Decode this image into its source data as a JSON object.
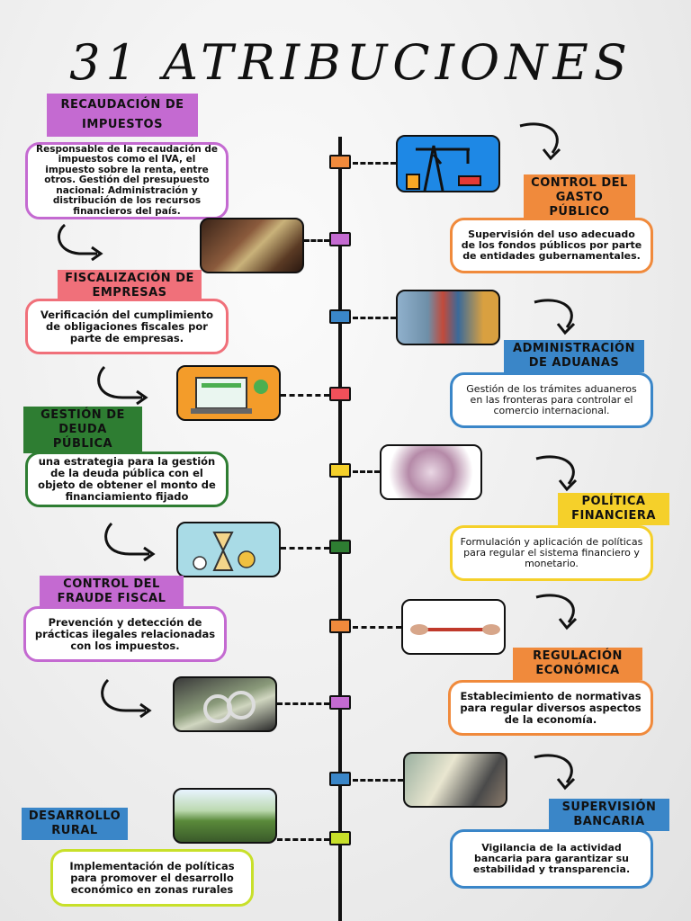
{
  "title": "31 ATRIBUCIONES",
  "items": [
    {
      "label": "RECAUDACIÓN DE IMPUESTOS",
      "text": "Responsable de la recaudación de impuestos como el IVA, el impuesto sobre la renta, entre otros. Gestión del presupuesto nacional: Administración y distribución de los recursos financieros del país.",
      "color": "#c46ad1",
      "image": "money-exchange-image"
    },
    {
      "label": "CONTROL DEL GASTO PÚBLICO",
      "text": "Supervisión del uso adecuado de los fondos públicos por parte de entidades gubernamentales.",
      "color": "#f08a3c",
      "image": "crane-icon"
    },
    {
      "label": "FISCALIZACIÓN DE EMPRESAS",
      "text": "Verificación del cumplimiento de obligaciones fiscales por parte de empresas.",
      "color": "#f0707a",
      "image": "port-worker-image"
    },
    {
      "label": "ADMINISTRACIÓN DE ADUANAS",
      "text": "Gestión de los trámites aduaneros en las fronteras para controlar el comercio internacional.",
      "color": "#3a86c8",
      "image": "laptop-finance-image"
    },
    {
      "label": "GESTIÓN DE DEUDA PÚBLICA",
      "text": "una estrategia para la gestión de la deuda pública con el objeto de obtener el monto de financiamiento fijado",
      "color": "#2e7d32",
      "image": "globe-money-image"
    },
    {
      "label": "POLÍTICA FINANCIERA",
      "text": "Formulación y aplicación de políticas para regular el sistema financiero y monetario.",
      "color": "#f5d02a",
      "image": "hourglass-money-image"
    },
    {
      "label": "CONTROL DEL FRAUDE FISCAL",
      "text": "Prevención y detección de prácticas ilegales relacionadas con los impuestos.",
      "color": "#c46ad1",
      "image": "rope-pull-image"
    },
    {
      "label": "REGULACIÓN ECONÓMICA",
      "text": "Establecimiento de normativas para regular diversos aspectos de la economía.",
      "color": "#f08a3c",
      "image": "handcuffs-money-image"
    },
    {
      "label": "SUPERVISIÓN BANCARIA",
      "text": "Vigilancia de la actividad bancaria para garantizar su estabilidad y transparencia.",
      "color": "#3a86c8",
      "image": "cash-counting-image"
    },
    {
      "label": "DESARROLLO RURAL",
      "text": "Implementación de políticas para promover el desarrollo económico en zonas rurales",
      "color": "#3a86c8",
      "image": "corn-field-image"
    }
  ],
  "node_colors": [
    "#f08a3c",
    "#c46ad1",
    "#3a86c8",
    "#f0505a",
    "#f5d02a",
    "#2e7d32",
    "#f08a3c",
    "#c46ad1",
    "#3a86c8",
    "#c8e02a"
  ]
}
